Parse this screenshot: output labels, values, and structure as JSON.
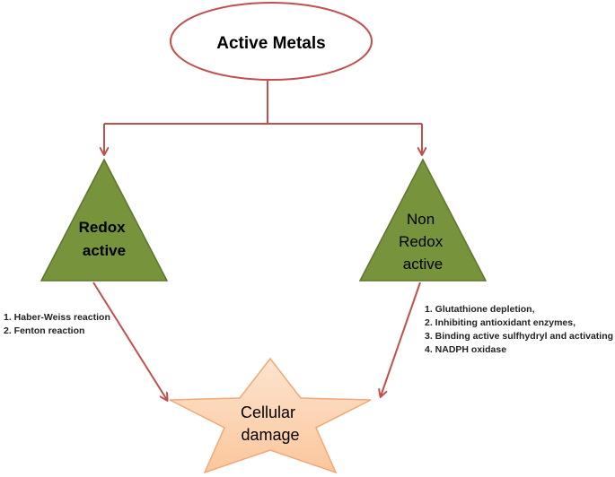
{
  "diagram": {
    "root": {
      "label": "Active Metals"
    },
    "left_node": {
      "lines": [
        "Redox",
        "active"
      ]
    },
    "right_node": {
      "lines": [
        "Non",
        "Redox",
        "active"
      ]
    },
    "left_mechanisms": [
      "1. Haber-Weiss reaction",
      "2. Fenton reaction"
    ],
    "right_mechanisms": [
      "1. Glutathione depletion,",
      "2. Inhibiting antioxidant enzymes,",
      "3. Binding active sulfhydryl and activating",
      "4. NADPH oxidase"
    ],
    "outcome": {
      "lines": [
        "Cellular",
        "damage"
      ]
    }
  },
  "colors": {
    "arrow": "#c0504d",
    "ellipse_stroke": "#c0504d",
    "triangle_fill": "#77933c",
    "triangle_stroke": "#5e7530",
    "star_fill": "#fcd5b5",
    "star_stroke": "#f0a878"
  }
}
